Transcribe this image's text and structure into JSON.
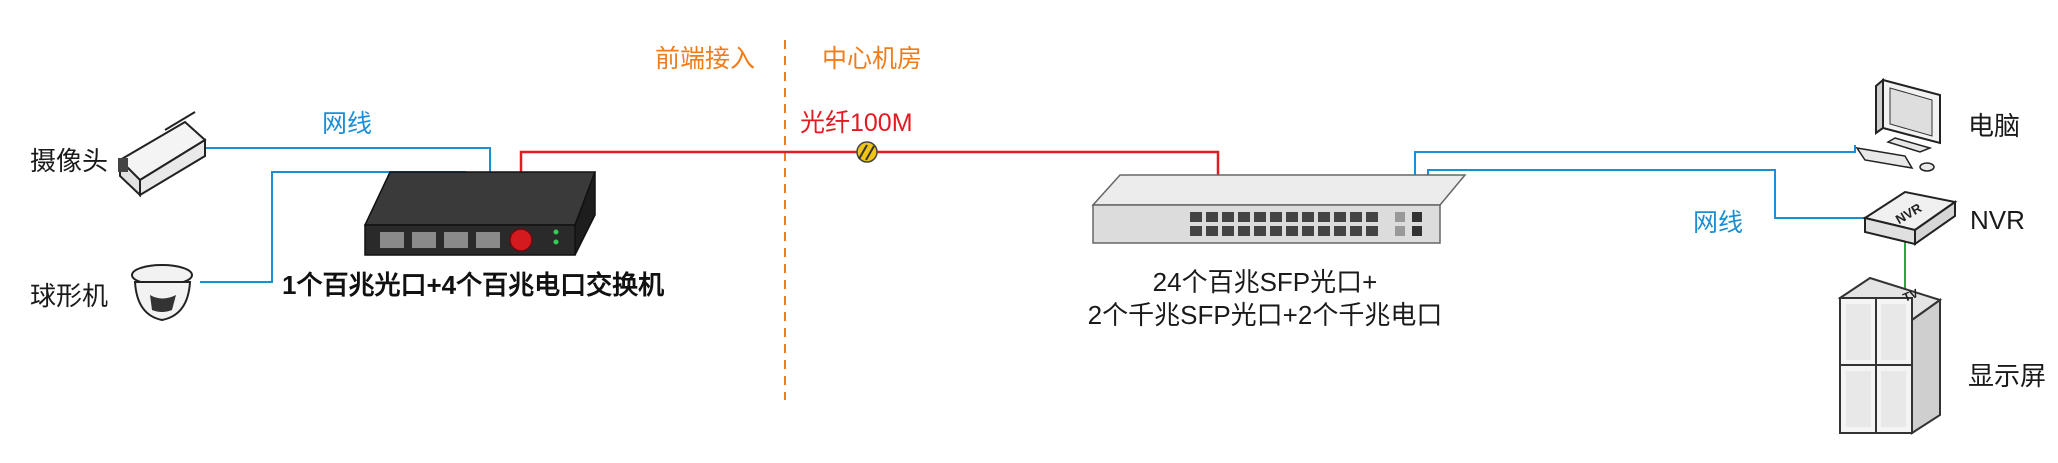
{
  "zones": {
    "front_end": "前端接入",
    "center_room": "中心机房"
  },
  "links": {
    "network_cable_left": "网线",
    "fiber": "光纤100M",
    "network_cable_right": "网线"
  },
  "devices": {
    "camera": "摄像头",
    "dome_camera": "球形机",
    "edge_switch": "1个百兆光口+4个百兆电口交换机",
    "core_switch_line1": "24个百兆SFP光口+",
    "core_switch_line2": "2个千兆SFP光口+2个千兆电口",
    "computer": "电脑",
    "nvr": "NVR",
    "display": "显示屏"
  },
  "device_marks": {
    "nvr_case_text": "NVR",
    "display_case_text": "TV"
  },
  "icons": [
    "box-camera-icon",
    "dome-camera-icon",
    "edge-switch-icon",
    "core-switch-icon",
    "computer-icon",
    "nvr-icon",
    "display-wall-icon",
    "fiber-connector-icon"
  ],
  "colors": {
    "ethernet": "#1a8fd6",
    "fiber": "#e21b23",
    "zone_divider": "#f07d1a",
    "video_link": "#27a844"
  }
}
